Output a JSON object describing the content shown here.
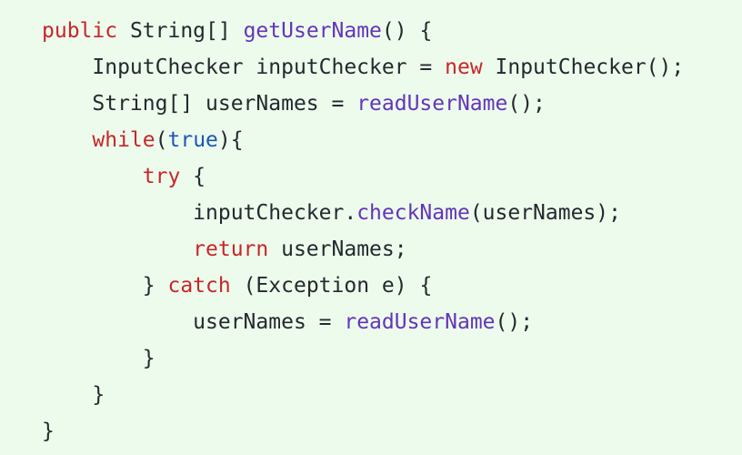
{
  "code": {
    "lines": [
      {
        "indent": 0,
        "tokens": [
          {
            "text": "public",
            "kind": "keyword"
          },
          {
            "text": " String[] ",
            "kind": "plain"
          },
          {
            "text": "getUserName",
            "kind": "method"
          },
          {
            "text": "() {",
            "kind": "plain"
          }
        ]
      },
      {
        "indent": 1,
        "tokens": [
          {
            "text": "InputChecker inputChecker = ",
            "kind": "plain"
          },
          {
            "text": "new",
            "kind": "keyword"
          },
          {
            "text": " InputChecker();",
            "kind": "plain"
          }
        ]
      },
      {
        "indent": 1,
        "tokens": [
          {
            "text": "String[] userNames = ",
            "kind": "plain"
          },
          {
            "text": "readUserName",
            "kind": "method"
          },
          {
            "text": "();",
            "kind": "plain"
          }
        ]
      },
      {
        "indent": 1,
        "tokens": [
          {
            "text": "while",
            "kind": "keyword"
          },
          {
            "text": "(",
            "kind": "plain"
          },
          {
            "text": "true",
            "kind": "literal"
          },
          {
            "text": "){",
            "kind": "plain"
          }
        ]
      },
      {
        "indent": 2,
        "tokens": [
          {
            "text": "try",
            "kind": "keyword"
          },
          {
            "text": " {",
            "kind": "plain"
          }
        ]
      },
      {
        "indent": 3,
        "tokens": [
          {
            "text": "inputChecker.",
            "kind": "plain"
          },
          {
            "text": "checkName",
            "kind": "method"
          },
          {
            "text": "(userNames);",
            "kind": "plain"
          }
        ]
      },
      {
        "indent": 3,
        "tokens": [
          {
            "text": "return",
            "kind": "keyword"
          },
          {
            "text": " userNames;",
            "kind": "plain"
          }
        ]
      },
      {
        "indent": 2,
        "tokens": [
          {
            "text": "} ",
            "kind": "plain"
          },
          {
            "text": "catch",
            "kind": "keyword"
          },
          {
            "text": " (Exception e) {",
            "kind": "plain"
          }
        ]
      },
      {
        "indent": 3,
        "tokens": [
          {
            "text": "userNames = ",
            "kind": "plain"
          },
          {
            "text": "readUserName",
            "kind": "method"
          },
          {
            "text": "();",
            "kind": "plain"
          }
        ]
      },
      {
        "indent": 2,
        "tokens": [
          {
            "text": "}",
            "kind": "plain"
          }
        ]
      },
      {
        "indent": 1,
        "tokens": [
          {
            "text": "}",
            "kind": "plain"
          }
        ]
      },
      {
        "indent": 0,
        "tokens": [
          {
            "text": "}",
            "kind": "plain"
          }
        ]
      }
    ]
  }
}
